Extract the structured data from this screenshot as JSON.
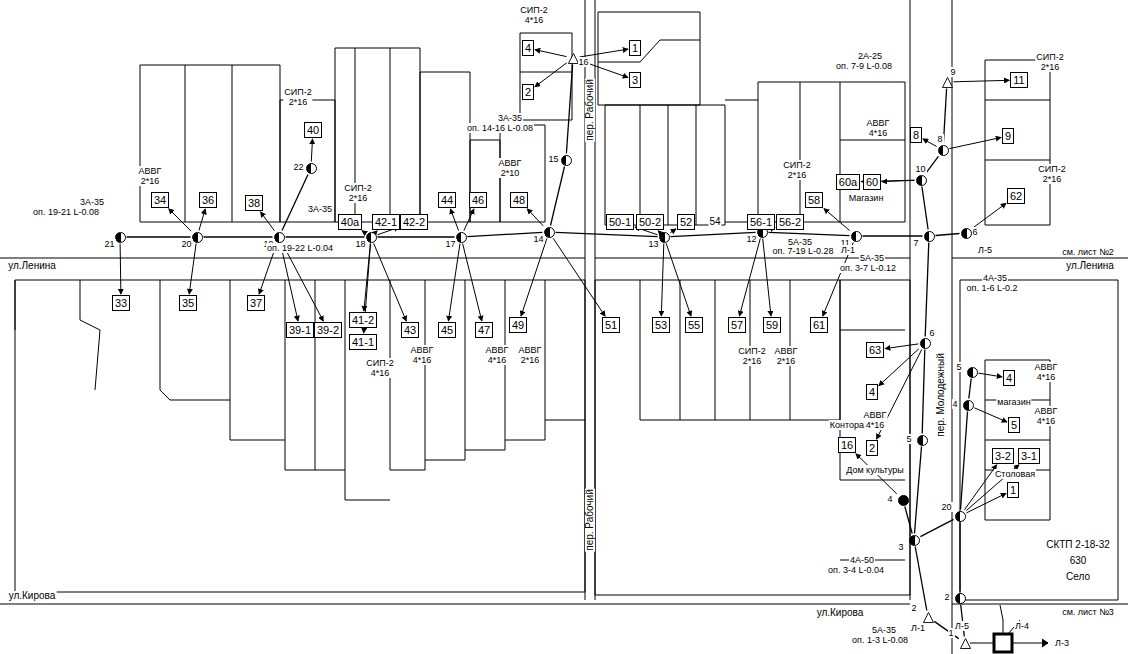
{
  "diagram": {
    "nodes": [
      {
        "text": [
          "21"
        ]
      },
      {
        "text": [
          "20"
        ]
      },
      {
        "text": [
          "19"
        ]
      },
      {
        "text": [
          "22"
        ]
      },
      {
        "text": [
          "18"
        ]
      },
      {
        "text": [
          "17"
        ]
      },
      {
        "text": [
          "14"
        ]
      },
      {
        "text": [
          "15"
        ]
      },
      {
        "text": [
          "16"
        ]
      },
      {
        "text": [
          "13"
        ]
      },
      {
        "text": [
          "12"
        ]
      },
      {
        "text": [
          "11"
        ]
      },
      {
        "text": [
          "10"
        ]
      },
      {
        "text": [
          "8"
        ]
      },
      {
        "text": [
          "9"
        ]
      },
      {
        "text": [
          "7"
        ]
      },
      {
        "text": [
          "6"
        ]
      },
      {
        "text": [
          "6"
        ]
      },
      {
        "text": [
          "5"
        ]
      },
      {
        "text": [
          "4"
        ]
      },
      {
        "text": [
          "3"
        ]
      },
      {
        "text": [
          "20"
        ]
      },
      {
        "text": [
          "5"
        ]
      },
      {
        "text": [
          "4"
        ]
      },
      {
        "text": [
          "2"
        ]
      },
      {
        "text": [
          "2"
        ]
      },
      {
        "text": [
          "1"
        ]
      },
      {
        "text": [
          "34"
        ]
      },
      {
        "text": [
          "36"
        ]
      },
      {
        "text": [
          "38"
        ]
      },
      {
        "text": [
          "40"
        ]
      },
      {
        "text": [
          "40а"
        ]
      },
      {
        "text": [
          "42-1"
        ]
      },
      {
        "text": [
          "42-2"
        ]
      },
      {
        "text": [
          "44"
        ]
      },
      {
        "text": [
          "46"
        ]
      },
      {
        "text": [
          "48"
        ]
      },
      {
        "text": [
          "1"
        ]
      },
      {
        "text": [
          "3"
        ]
      },
      {
        "text": [
          "4"
        ]
      },
      {
        "text": [
          "2"
        ]
      },
      {
        "text": [
          "50-1"
        ]
      },
      {
        "text": [
          "50-2"
        ]
      },
      {
        "text": [
          "52"
        ]
      },
      {
        "text": [
          "56-1"
        ]
      },
      {
        "text": [
          "56-2"
        ]
      },
      {
        "text": [
          "58"
        ]
      },
      {
        "text": [
          "60а"
        ]
      },
      {
        "text": [
          "60"
        ]
      },
      {
        "text": [
          "8"
        ]
      },
      {
        "text": [
          "9"
        ]
      },
      {
        "text": [
          "11"
        ]
      },
      {
        "text": [
          "62"
        ]
      },
      {
        "text": [
          "33"
        ]
      },
      {
        "text": [
          "35"
        ]
      },
      {
        "text": [
          "37"
        ]
      },
      {
        "text": [
          "39-1"
        ]
      },
      {
        "text": [
          "39-2"
        ]
      },
      {
        "text": [
          "41-2"
        ]
      },
      {
        "text": [
          "41-1"
        ]
      },
      {
        "text": [
          "43"
        ]
      },
      {
        "text": [
          "45"
        ]
      },
      {
        "text": [
          "47"
        ]
      },
      {
        "text": [
          "49"
        ]
      },
      {
        "text": [
          "51"
        ]
      },
      {
        "text": [
          "53"
        ]
      },
      {
        "text": [
          "55"
        ]
      },
      {
        "text": [
          "57"
        ]
      },
      {
        "text": [
          "59"
        ]
      },
      {
        "text": [
          "61"
        ]
      },
      {
        "text": [
          "63"
        ]
      },
      {
        "text": [
          "4"
        ]
      },
      {
        "text": [
          "2"
        ]
      },
      {
        "text": [
          "16"
        ]
      },
      {
        "text": [
          "4"
        ]
      },
      {
        "text": [
          "5"
        ]
      },
      {
        "text": [
          "3-2"
        ]
      },
      {
        "text": [
          "3-1"
        ]
      },
      {
        "text": [
          "1"
        ]
      }
    ],
    "edges": [
      {
        "from": 0,
        "to": 1,
        "arrow": "none"
      },
      {
        "from": 1,
        "to": 2,
        "arrow": "none"
      },
      {
        "from": 2,
        "to": 3,
        "arrow": "none"
      },
      {
        "from": 2,
        "to": 4,
        "arrow": "none"
      },
      {
        "from": 4,
        "to": 5,
        "arrow": "none"
      },
      {
        "from": 5,
        "to": 6,
        "arrow": "none"
      },
      {
        "from": 6,
        "to": 7,
        "arrow": "none"
      },
      {
        "from": 7,
        "to": 8,
        "arrow": "none"
      },
      {
        "from": 6,
        "to": 9,
        "arrow": "none"
      },
      {
        "from": 9,
        "to": 10,
        "arrow": "none"
      },
      {
        "from": 10,
        "to": 11,
        "arrow": "none"
      },
      {
        "from": 11,
        "to": 15,
        "arrow": "none"
      },
      {
        "from": 15,
        "to": 16,
        "arrow": "none"
      },
      {
        "from": 15,
        "to": 12,
        "arrow": "none"
      },
      {
        "from": 12,
        "to": 13,
        "arrow": "none"
      },
      {
        "from": 13,
        "to": 14,
        "arrow": "none"
      },
      {
        "from": 15,
        "to": 17,
        "arrow": "none"
      },
      {
        "from": 17,
        "to": 18,
        "arrow": "none"
      },
      {
        "from": 18,
        "to": 20,
        "arrow": "none"
      },
      {
        "from": 19,
        "to": 20,
        "arrow": "none"
      },
      {
        "from": 20,
        "to": 21,
        "arrow": "none"
      },
      {
        "from": 21,
        "to": 23,
        "arrow": "none"
      },
      {
        "from": 23,
        "to": 22,
        "arrow": "none"
      },
      {
        "from": 20,
        "to": 25,
        "arrow": "none"
      },
      {
        "from": 25,
        "to": 26,
        "arrow": "none"
      },
      {
        "from": 26,
        "to": 24,
        "arrow": "none"
      },
      {
        "from": 24,
        "to": 21,
        "arrow": "none"
      },
      {
        "from": 0,
        "to": 53,
        "arrow": "to"
      },
      {
        "from": 1,
        "to": 27,
        "arrow": "to"
      },
      {
        "from": 1,
        "to": 28,
        "arrow": "to"
      },
      {
        "from": 1,
        "to": 54,
        "arrow": "to"
      },
      {
        "from": 2,
        "to": 29,
        "arrow": "to"
      },
      {
        "from": 2,
        "to": 55,
        "arrow": "to"
      },
      {
        "from": 2,
        "to": 56,
        "arrow": "to"
      },
      {
        "from": 2,
        "to": 57,
        "arrow": "to"
      },
      {
        "from": 3,
        "to": 30,
        "arrow": "to"
      },
      {
        "from": 4,
        "to": 31,
        "arrow": "to"
      },
      {
        "from": 4,
        "to": 32,
        "arrow": "to"
      },
      {
        "from": 4,
        "to": 33,
        "arrow": "to"
      },
      {
        "from": 4,
        "to": 58,
        "arrow": "to"
      },
      {
        "from": 4,
        "to": 59,
        "arrow": "to"
      },
      {
        "from": 4,
        "to": 60,
        "arrow": "to"
      },
      {
        "from": 5,
        "to": 34,
        "arrow": "to"
      },
      {
        "from": 5,
        "to": 35,
        "arrow": "to"
      },
      {
        "from": 5,
        "to": 61,
        "arrow": "to"
      },
      {
        "from": 5,
        "to": 62,
        "arrow": "to"
      },
      {
        "from": 6,
        "to": 36,
        "arrow": "to"
      },
      {
        "from": 6,
        "to": 63,
        "arrow": "to"
      },
      {
        "from": 6,
        "to": 64,
        "arrow": "to"
      },
      {
        "from": 8,
        "to": 37,
        "arrow": "to"
      },
      {
        "from": 8,
        "to": 38,
        "arrow": "to"
      },
      {
        "from": 8,
        "to": 39,
        "arrow": "to"
      },
      {
        "from": 8,
        "to": 40,
        "arrow": "to"
      },
      {
        "from": 9,
        "to": 41,
        "arrow": "to"
      },
      {
        "from": 9,
        "to": 42,
        "arrow": "to"
      },
      {
        "from": 9,
        "to": 43,
        "arrow": "to"
      },
      {
        "from": 9,
        "to": 65,
        "arrow": "to"
      },
      {
        "from": 9,
        "to": 66,
        "arrow": "to"
      },
      {
        "from": 10,
        "to": 44,
        "arrow": "to"
      },
      {
        "from": 10,
        "to": 45,
        "arrow": "to"
      },
      {
        "from": 10,
        "to": 67,
        "arrow": "to"
      },
      {
        "from": 10,
        "to": 68,
        "arrow": "to"
      },
      {
        "from": 11,
        "to": 46,
        "arrow": "to"
      },
      {
        "from": 11,
        "to": 69,
        "arrow": "to"
      },
      {
        "from": 12,
        "to": 47,
        "arrow": "to"
      },
      {
        "from": 12,
        "to": 48,
        "arrow": "to"
      },
      {
        "from": 13,
        "to": 49,
        "arrow": "to"
      },
      {
        "from": 13,
        "to": 50,
        "arrow": "to"
      },
      {
        "from": 14,
        "to": 51,
        "arrow": "to"
      },
      {
        "from": 16,
        "to": 52,
        "arrow": "to"
      },
      {
        "from": 17,
        "to": 70,
        "arrow": "to"
      },
      {
        "from": 17,
        "to": 71,
        "arrow": "to"
      },
      {
        "from": 17,
        "to": 72,
        "arrow": "to"
      },
      {
        "from": 19,
        "to": 73,
        "arrow": "to"
      },
      {
        "from": 22,
        "to": 74,
        "arrow": "to"
      },
      {
        "from": 23,
        "to": 75,
        "arrow": "to"
      },
      {
        "from": 21,
        "to": 76,
        "arrow": "to"
      },
      {
        "from": 21,
        "to": 77,
        "arrow": "to"
      },
      {
        "from": 21,
        "to": 78,
        "arrow": "to"
      }
    ],
    "labels": [
      "ул.Ленина",
      "ул.Ленина",
      "ул.Кирова",
      "ул.Кирова",
      "пер. Рабочий",
      "пер. Рабочий",
      "пер. Молодежный",
      "см. лист №2",
      "см. лист №3",
      "Л-1",
      "Л-5",
      "Л-1",
      "Л-5",
      "Л-4",
      "Л-3",
      "3А-35",
      "оп. 19-21 L-0.08",
      "3А-35",
      "оп. 19-22 L-0.04",
      "3А-35",
      "оп. 14-16 L-0.08",
      "2А-25",
      "оп. 7-9 L-0.08",
      "5А-35",
      "оп. 7-19 L-0.28",
      "5А-35",
      "оп. 3-7 L-0.12",
      "4А-35",
      "оп. 1-6 L-0.2",
      "4А-50",
      "оп. 3-4 L-0.04",
      "5А-35",
      "оп. 1-3 L-0.08",
      "АВВГ 2*16",
      "СИП-2 2*16",
      "СИП-2 2*16",
      "АВВГ 2*10",
      "СИП-2 4*16",
      "АВВГ 4*16",
      "СИП-2 2*16",
      "Магазин",
      "СИП-2 2*16",
      "СИП-2 2*16",
      "54",
      "СИП-2 4*16",
      "АВВГ 4*16",
      "АВВГ 4*16",
      "АВВГ 2*16",
      "СИП-2 2*16",
      "АВВГ 2*16",
      "АВВГ 4*16",
      "Дом культуры",
      "Контора",
      "магазин",
      "АВВГ 4*16",
      "АВВГ 4*16",
      "Столовая",
      "СКТП 2-18-32",
      "630",
      "Село"
    ]
  }
}
